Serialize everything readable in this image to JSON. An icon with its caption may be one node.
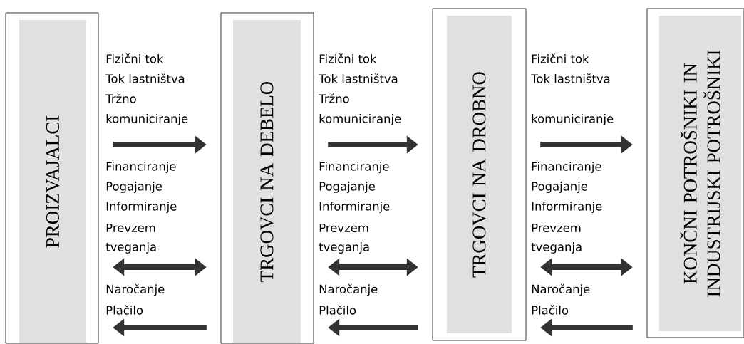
{
  "diagram": {
    "nodes": [
      {
        "text": [
          "PROIZVAJALCI"
        ]
      },
      {
        "text": [
          "TRGOVCI NA DEBELO"
        ]
      },
      {
        "text": [
          "TRGOVCI NA DROBNO"
        ]
      },
      {
        "text": [
          "KONČNI POTROŠNIKI IN INDUSTRIJSKI POTROŠNIKI"
        ]
      }
    ],
    "edges": [
      {
        "from": 0,
        "to": 1,
        "arrow": "to"
      },
      {
        "from": 0,
        "to": 1,
        "arrow": "both"
      },
      {
        "from": 1,
        "to": 0,
        "arrow": "to"
      },
      {
        "from": 1,
        "to": 2,
        "arrow": "to"
      },
      {
        "from": 1,
        "to": 2,
        "arrow": "both"
      },
      {
        "from": 2,
        "to": 1,
        "arrow": "to"
      },
      {
        "from": 2,
        "to": 3,
        "arrow": "to"
      },
      {
        "from": 2,
        "to": 3,
        "arrow": "both"
      },
      {
        "from": 3,
        "to": 2,
        "arrow": "to"
      }
    ],
    "labels": [
      "Fizični tok",
      "Tok lastništva",
      "Tržno",
      "komuniciranje",
      "Financiranje",
      "Pogajanje",
      "Informiranje",
      "Prevzem",
      "tveganja",
      "Naročanje",
      "Plačilo",
      "Fizični tok",
      "Tok lastništva",
      "Tržno",
      "komuniciranje",
      "Financiranje",
      "Pogajanje",
      "Informiranje",
      "Prevzem",
      "tveganja",
      "Naročanje",
      "Plačilo",
      "Fizični tok",
      "Tok lastništva",
      "komuniciranje",
      "Financiranje",
      "Pogajanje",
      "Informiranje",
      "Prevzem",
      "tveganja",
      "Naročanje",
      "Plačilo"
    ]
  }
}
